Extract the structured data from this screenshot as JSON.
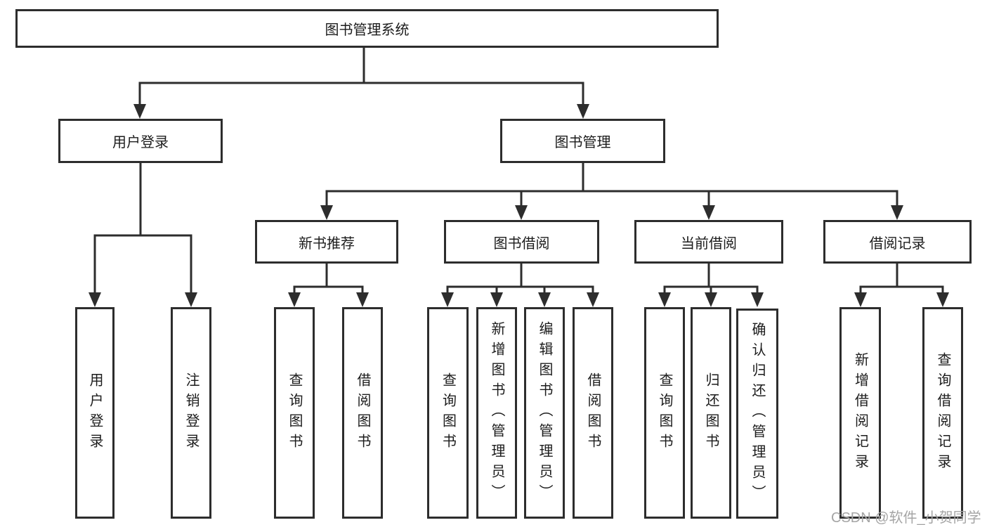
{
  "root": {
    "label": "图书管理系统"
  },
  "level2": [
    {
      "label": "用户登录"
    },
    {
      "label": "图书管理"
    }
  ],
  "level3": [
    {
      "label": "新书推荐"
    },
    {
      "label": "图书借阅"
    },
    {
      "label": "当前借阅"
    },
    {
      "label": "借阅记录"
    }
  ],
  "leaves": [
    {
      "label": "用户登录"
    },
    {
      "label": "注销登录"
    },
    {
      "label": "查询图书"
    },
    {
      "label": "借阅图书"
    },
    {
      "label": "查询图书"
    },
    {
      "label": "新增图书（管理员）"
    },
    {
      "label": "编辑图书（管理员）"
    },
    {
      "label": "借阅图书"
    },
    {
      "label": "查询图书"
    },
    {
      "label": "归还图书"
    },
    {
      "label": "确认归还（管理员）"
    },
    {
      "label": "新增借阅记录"
    },
    {
      "label": "查询借阅记录"
    }
  ],
  "watermark": {
    "text": "CSDN @软件_小贺同学"
  },
  "colors": {
    "line": "#2d2d2d",
    "text": "#1c1c1c",
    "watermark": "#a5a5a5",
    "background": "#ffffff"
  }
}
